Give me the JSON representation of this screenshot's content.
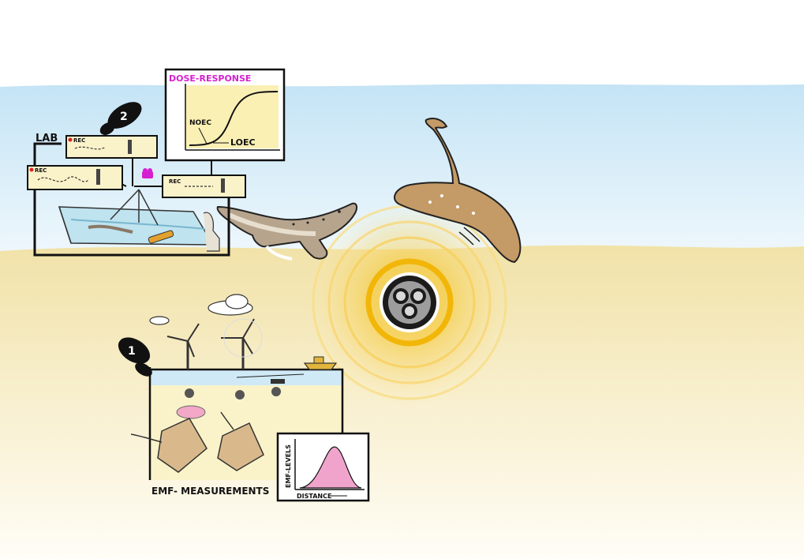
{
  "steps": {
    "one": "1",
    "two": "2"
  },
  "lab": {
    "title": "LAB",
    "rec": "REC"
  },
  "dose_response": {
    "title": "DOSE-RESPONSE",
    "noec": "NOEC",
    "loec": "LOEC"
  },
  "emf": {
    "title": "EMF- MEASUREMENTS",
    "ylabel": "EMF-LEVELS",
    "xlabel": "DISTANCE"
  },
  "colors": {
    "water": "#cfe9f6",
    "sand": "#f5e8b3",
    "glow": "#f6c21b",
    "magenta": "#d61fd1",
    "panel_fill": "#faf3c9",
    "animal": "#c9a77a",
    "emf_curve": "#f0a4cc"
  },
  "icons": [
    "footprint-icon",
    "camera-icon",
    "cable-icon",
    "wind-turbine-icon",
    "cloud-icon",
    "ship-icon",
    "shark-icon",
    "ray-icon"
  ]
}
